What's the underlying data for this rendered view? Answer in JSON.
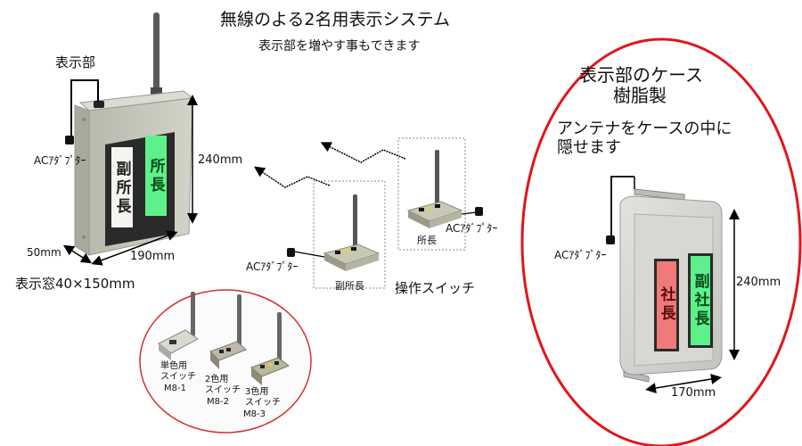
{
  "header": {
    "title": "無線のよる2名用表示システム",
    "subtitle": "表示部を増やす事もできます"
  },
  "left_unit": {
    "label": "表示部",
    "adapter": "ACｱﾀﾞﾌﾟﾀｰ",
    "dim_height": "240mm",
    "dim_depth": "50mm",
    "dim_width": "190mm",
    "window": "表示窓40×150mm",
    "plate_white": "副所長",
    "plate_green": "所長"
  },
  "switches": {
    "right": {
      "label": "所長",
      "adapter": "ACｱﾀﾞﾌﾟﾀｰ"
    },
    "left": {
      "label": "副所長",
      "adapter": "ACｱﾀﾞﾌﾟﾀｰ"
    },
    "group_label": "操作スイッチ"
  },
  "models": [
    {
      "name": "単色用\nスイッチ",
      "code": "M8-1"
    },
    {
      "name": "2色用\nスイッチ",
      "code": "M8-2"
    },
    {
      "name": "3色用\nスイッチ",
      "code": "M8-3"
    }
  ],
  "case": {
    "title_line1": "表示部のケース",
    "title_line2": "樹脂製",
    "note_line1": "アンテナをケースの中に",
    "note_line2": "隠せます",
    "adapter": "ACｱﾀﾞﾌﾟﾀｰ",
    "dim_height": "240mm",
    "dim_width": "170mm",
    "plate_red": "社長",
    "plate_green": "副社長"
  },
  "colors": {
    "ellipse_red": "#e0161c",
    "plate_green": "#5ef08a",
    "plate_red": "#f07a7a",
    "housing": "#c9c9bd"
  }
}
